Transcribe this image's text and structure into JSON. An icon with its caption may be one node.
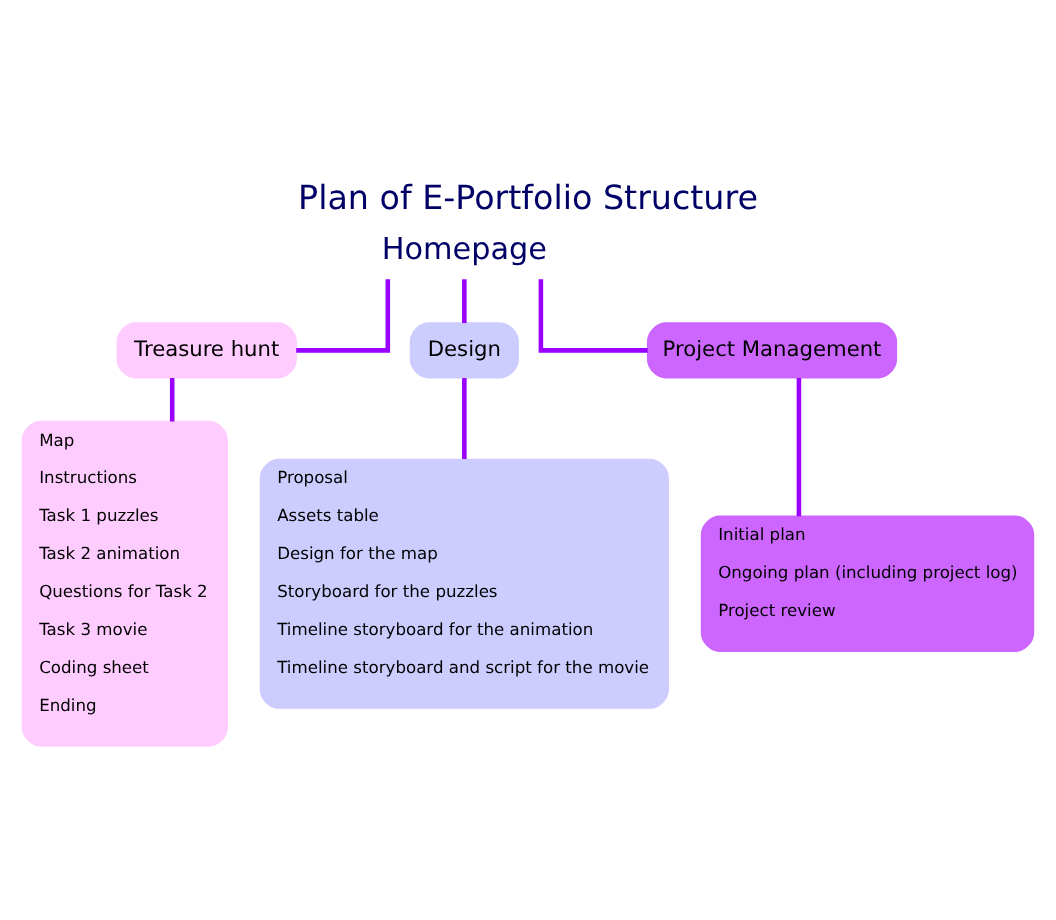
{
  "diagram": {
    "title": "Plan of E-Portfolio Structure",
    "nodes": [
      {
        "text": [
          "Homepage"
        ]
      },
      {
        "text": [
          "Treasure hunt"
        ]
      },
      {
        "text": [
          "Design"
        ]
      },
      {
        "text": [
          "Project Management"
        ]
      },
      {
        "text": [
          "Map",
          "Instructions",
          "Task 1 puzzles",
          "Task 2 animation",
          "Questions for Task 2",
          "Task 3 movie",
          "Coding sheet",
          "Ending"
        ]
      },
      {
        "text": [
          "Proposal",
          "Assets table",
          "Design for the map",
          "Storyboard for the puzzles",
          "Timeline storyboard for the animation",
          "Timeline storyboard and script for the movie"
        ]
      },
      {
        "text": [
          "Initial plan",
          "Ongoing plan (including project log)",
          "Project review"
        ]
      }
    ],
    "edges": [
      {
        "from": 0,
        "to": 1,
        "arrow": "none"
      },
      {
        "from": 0,
        "to": 2,
        "arrow": "none"
      },
      {
        "from": 0,
        "to": 3,
        "arrow": "none"
      },
      {
        "from": 1,
        "to": 4,
        "arrow": "none"
      },
      {
        "from": 2,
        "to": 5,
        "arrow": "none"
      },
      {
        "from": 3,
        "to": 6,
        "arrow": "none"
      }
    ]
  }
}
